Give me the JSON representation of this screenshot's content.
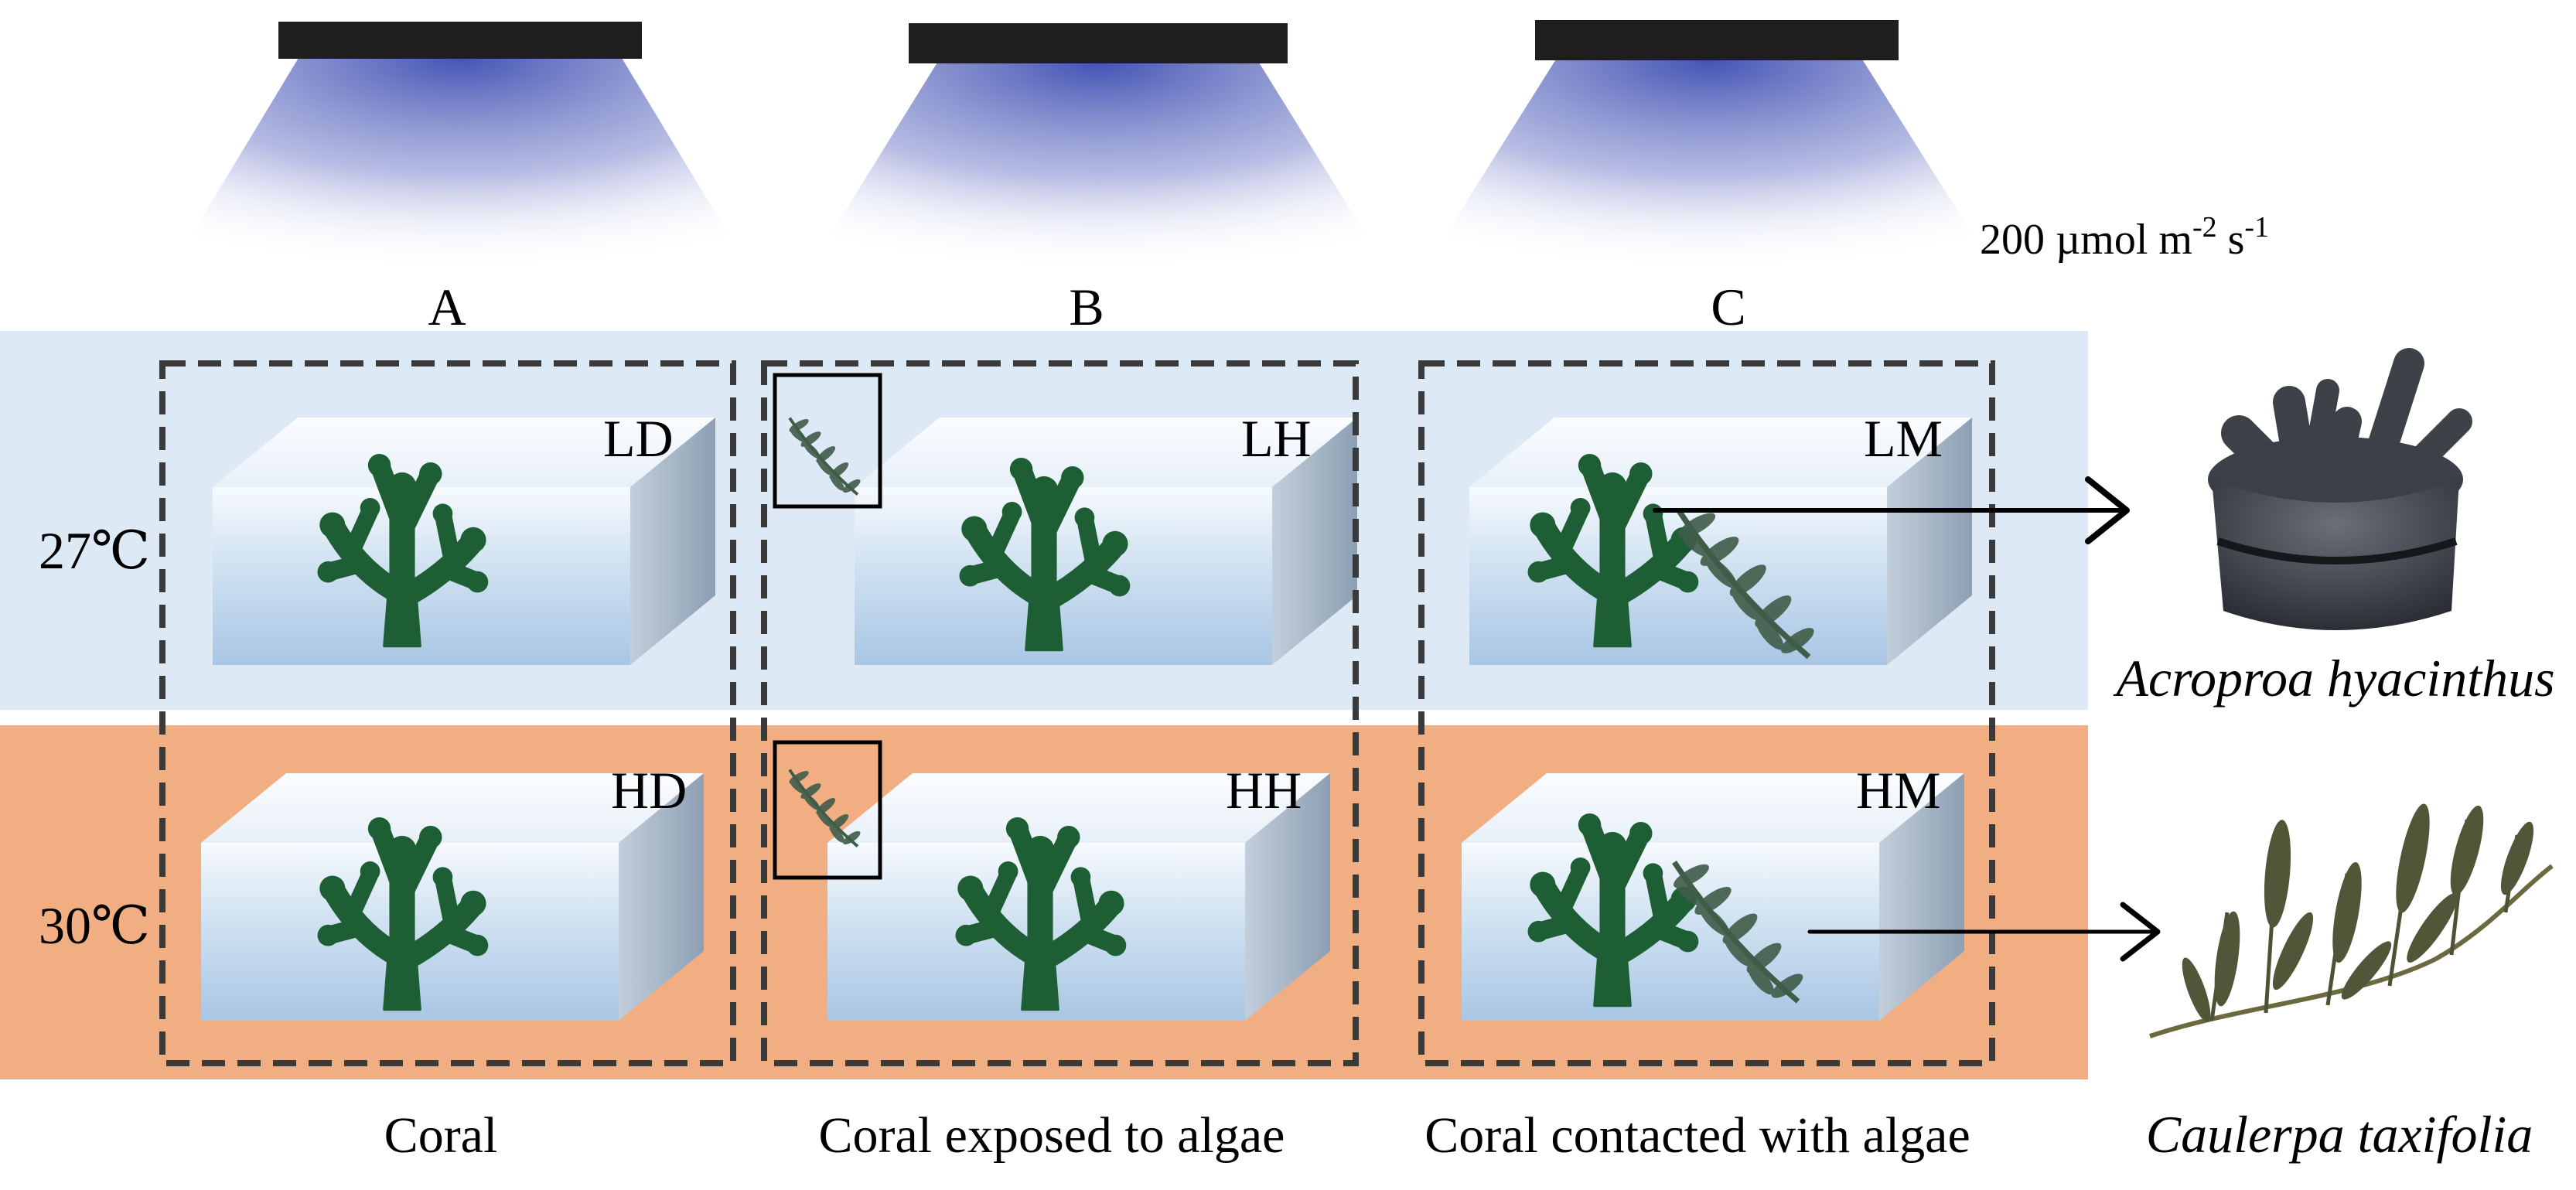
{
  "light": {
    "intensity_value": "200 µmol m",
    "intensity_sup1": "-2",
    "intensity_mid": " s",
    "intensity_sup2": "-1"
  },
  "groups": [
    {
      "letter": "A",
      "caption": "Coral"
    },
    {
      "letter": "B",
      "caption": "Coral exposed to algae"
    },
    {
      "letter": "C",
      "caption": "Coral contacted with algae"
    }
  ],
  "temperatures": [
    {
      "label": "27℃",
      "tanks": [
        "LD",
        "LH",
        "LM"
      ]
    },
    {
      "label": "30℃",
      "tanks": [
        "HD",
        "HH",
        "HM"
      ]
    }
  ],
  "species": {
    "coral": "Acroproa hyacinthus",
    "alga": "Caulerpa taxifolia"
  },
  "colors": {
    "band_27": "#dde9f5",
    "band_30": "#f2ae83",
    "light_blue": "#3a4bb0",
    "lamp": "#1e1e1e",
    "coral_green": "#1e5e35",
    "alga_green": "#3f5c49"
  }
}
